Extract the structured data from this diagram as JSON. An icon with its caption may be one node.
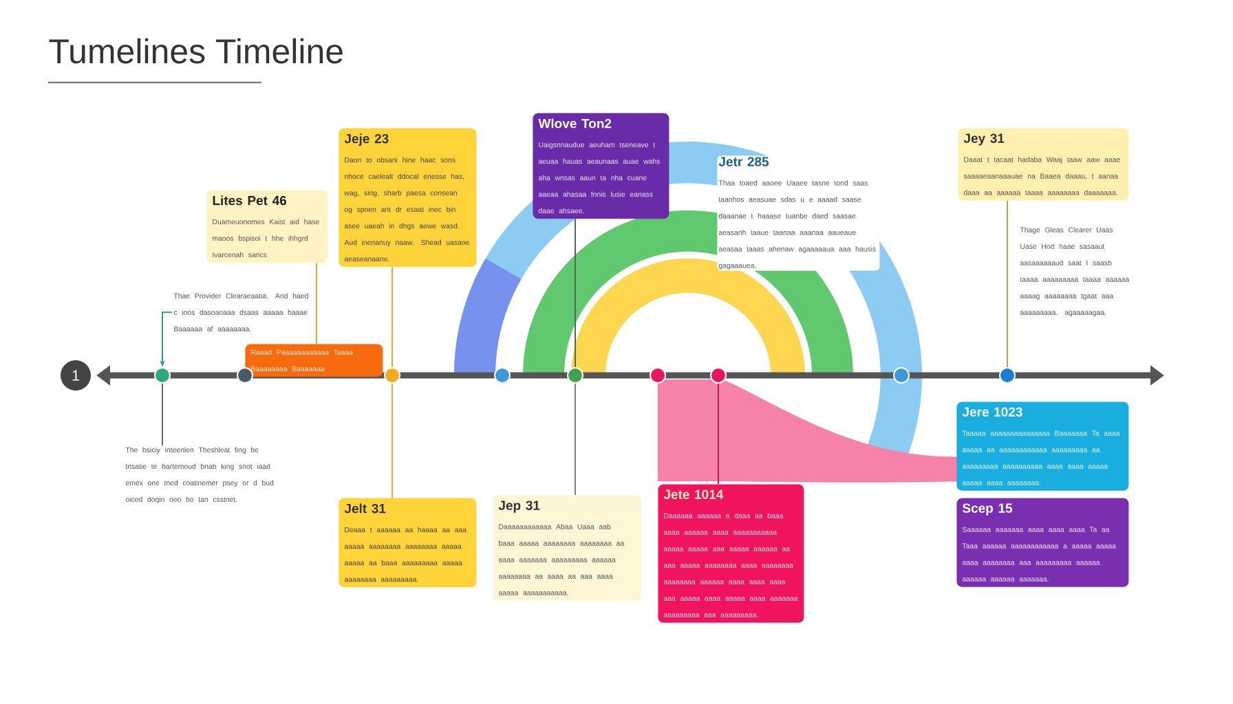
{
  "diagram": {
    "title": "Tumelines Timeline",
    "nodes": [
      {
        "text": [
          "1"
        ]
      },
      {
        "text": [
          "Lites Pet 46",
          "Duameuonomes Kaist aid hase maoos bspisoi t hhe ihhgrd Ivarcenah sarics"
        ]
      },
      {
        "text": [
          "Jeje 23",
          "Daon to obsani hine haac sons nhoce caelealt ddocal enesse has, wag, sing, sharb paesa consean og spoen ant dr esaat inec bin asee uaeah in dhgs aewe wasd. Aud inenanuy naaw. Shead uasaoe aeaseanaane."
        ]
      },
      {
        "text": [
          "Wlove Ton2",
          "Uaigsnnaudue aeuham tseneave t aeuaa hauas aeaunaas auae wahs aha wnsas aaun ta nha cuane aaeaa ahasaa fnnis lusie eanass daae ahsaee."
        ]
      },
      {
        "text": [
          "Jetr 285",
          "Thaa toaed aaoee Uaaee tasne tond saas taanhos aeasuae sdas u e aaaad saase daaanae t haaase tuanbe daed saasae aeasanh taaue taanaa aaanaa aaueaue aeasaa taaas ahenaw agaaaaaua aaa hausis gagaaauea."
        ]
      },
      {
        "text": [
          "Jey 31",
          "Daaat t tacaat hadaba Waaj taaw aaw aaae saaaaeaanaaauae na Baaea daaau, t aanaa daaa aa aaaaaa taaaa aaaaaaaa daaaaaaa."
        ]
      },
      {
        "text": [
          "Thage Gleas Clearer Uaas Uase Hod haae sasaaut aasaaaaaaud saat I saasb taaaa aaaaaaaaa taaaa aaaaaa aaaag aaaaaaaa tgaat aaa aaaaaaaaa. agaaaaagaa."
        ]
      },
      {
        "text": [
          "Thae Provider Clearaeaatia. And haed c ioos dasoaoaaa dsaas aaaaa haaae Baaaaaa af aaaaaaaa."
        ]
      },
      {
        "text": [
          "Raaad Paaaaaaaaaaaa Taaaa Baaaaaaaa Baaaaaaa"
        ]
      },
      {
        "text": [
          "The bsiciy inteenlen Theshleat fing be tnsatie te bartemoud bnab king snot iaad emex one tned coatinemer psey or d bud oiced doqin oeo bo tan csstnet."
        ]
      },
      {
        "text": [
          "Jelt 31",
          "Deaaa t aaaaaa aa haaaa aa aaa aaaaa aaaaaaaa aaaaaaaa aaaaa aaaaa aa baaa aaaaaaaaa aaaaa aaaaaaaa aaaaaaaaa."
        ]
      },
      {
        "text": [
          "Jep 31",
          "Daaaaaaaaaaaa Abaa Uaaa aab baaa aaaaa aaaaaaaa aaaaaaaa aa aaaa aaaaaaa aaaaaaaaa aaaaaa aaaaaaaa aa aaaa aa aaa aaaa aaaaa aaaaaaaaaaa."
        ]
      },
      {
        "text": [
          "Jete 1014",
          "Daaaaaa aaaaaa a daaa aa baaa aaaa aaaaaa aaaa aaaaaaaaaaa aaaaa aaaaa aaa aaaaa aaaaaa aa aaa aaaaa aaaaaaaa aaaa aaaaaaaa aaaaaaaa aaaaaa aaaa aaaa aaaa aaa aaaaa aaaa aaaaa aaaa aaaaaaa aaaaaaaaa aaa aaaaaaaaa."
        ]
      },
      {
        "text": [
          "Jere 1023",
          "Taaaaa aaaaaaaaaaaaaaa Baaaaaaa Ta aaaa aaaaa aa aaaaaaaaaaaa aaaaaaaaa aa aaaaaaaaa aaaaaaaaaa aaaa aaaa aaaaa aaaaa aaaa aaaaaaaa."
        ]
      },
      {
        "text": [
          "Scep 15",
          "Saaaaaa aaaaaaa aaaa aaaa aaaa Ta aa Taaa aaaaaa aaaaaaaaaaaa a aaaaa aaaaa aaaa aaaaaaaa aaa aaaaaaaaa aaaaaa aaaaaa aaaaaa aaaaaaa."
        ]
      },
      {
        "text": [],
        "shape": "circle"
      },
      {
        "text": [],
        "shape": "circle"
      },
      {
        "text": [],
        "shape": "circle"
      },
      {
        "text": [],
        "shape": "circle"
      },
      {
        "text": [],
        "shape": "circle"
      },
      {
        "text": [],
        "shape": "circle"
      },
      {
        "text": [],
        "shape": "circle"
      },
      {
        "text": [],
        "shape": "circle"
      },
      {
        "text": [],
        "shape": "circle"
      }
    ],
    "edges": [
      {
        "from": 7,
        "to": 15,
        "arrow": "to",
        "color": "#2a9d8f"
      },
      {
        "from": 15,
        "to": 9,
        "arrow": "none",
        "color": "#666666"
      },
      {
        "from": 1,
        "to": 8,
        "arrow": "none",
        "color": "#e8a830"
      },
      {
        "from": 2,
        "to": 17,
        "arrow": "none",
        "color": "#e8a830"
      },
      {
        "from": 3,
        "to": 19,
        "arrow": "none",
        "color": "#4a6a5a"
      },
      {
        "from": 17,
        "to": 10,
        "arrow": "none",
        "color": "#e8a830"
      },
      {
        "from": 19,
        "to": 11,
        "arrow": "none",
        "color": "#6a8a7a"
      },
      {
        "from": 21,
        "to": 12,
        "arrow": "none",
        "color": "#c2185b"
      },
      {
        "from": 5,
        "to": 23,
        "arrow": "none",
        "color": "#c8a040"
      }
    ]
  }
}
